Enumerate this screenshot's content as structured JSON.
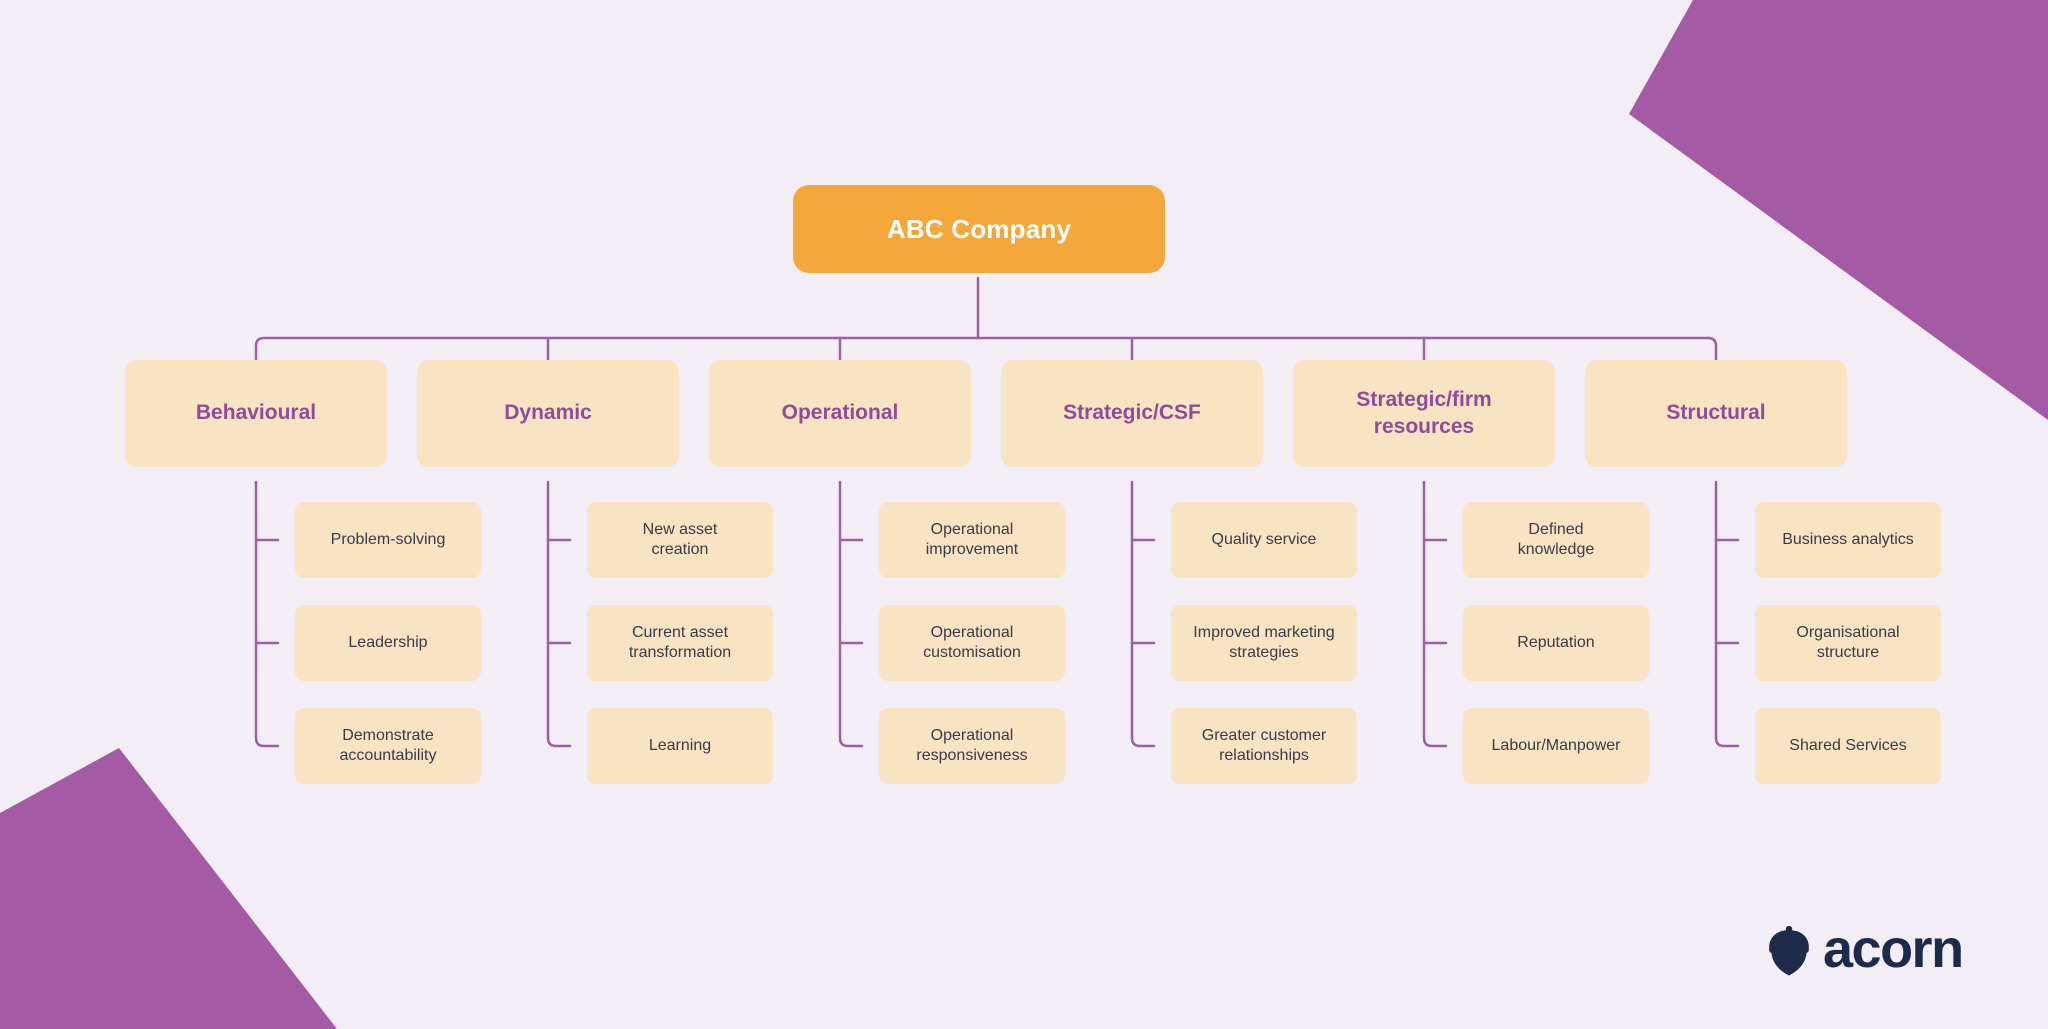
{
  "root": {
    "label": "ABC Company"
  },
  "columns": [
    {
      "label": "Behavioural",
      "children": [
        "Problem-solving",
        "Leadership",
        "Demonstrate\naccountability"
      ]
    },
    {
      "label": "Dynamic",
      "children": [
        "New asset\ncreation",
        "Current asset\ntransformation",
        "Learning"
      ]
    },
    {
      "label": "Operational",
      "children": [
        "Operational\nimprovement",
        "Operational\ncustomisation",
        "Operational\nresponsiveness"
      ]
    },
    {
      "label": "Strategic/CSF",
      "children": [
        "Quality service",
        "Improved marketing\nstrategies",
        "Greater customer\nrelationships"
      ]
    },
    {
      "label": "Strategic/firm\nresources",
      "children": [
        "Defined\nknowledge",
        "Reputation",
        "Labour/Manpower"
      ]
    },
    {
      "label": "Structural",
      "children": [
        "Business analytics",
        "Organisational\nstructure",
        "Shared Services"
      ]
    }
  ],
  "logo": {
    "text": "acorn",
    "icon": "acorn-icon"
  },
  "colors": {
    "background": "#F3EEF5",
    "accent_purple": "#A45AA4",
    "connector_purple": "#9D5FA6",
    "heading_purple": "#8F4C97",
    "box_cream": "#F8E3C3",
    "root_orange": "#F4A73B",
    "text_dark": "#3B3A48",
    "logo_navy": "#1E2A4A"
  }
}
